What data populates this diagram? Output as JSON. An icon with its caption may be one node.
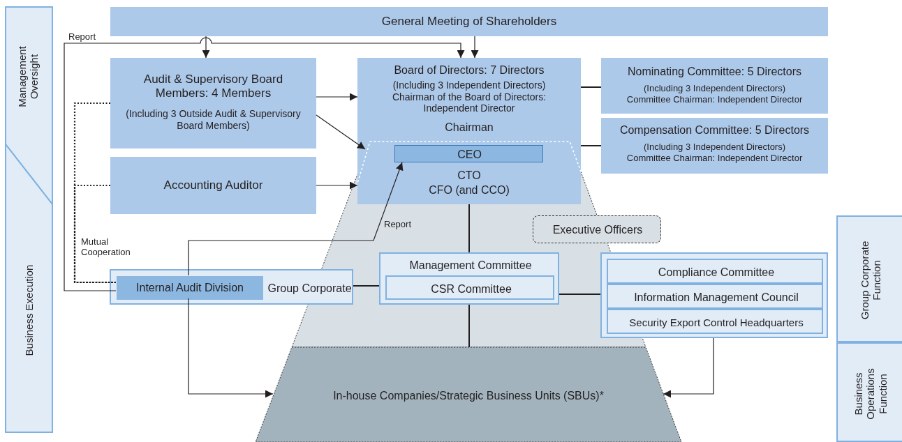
{
  "diagram": {
    "nodes": [
      {
        "text": [
          "General Meeting of Shareholders"
        ]
      },
      {
        "text": [
          "Audit & Supervisory Board Members: 4 Members",
          "(Including 3 Outside Audit & Supervisory Board Members)"
        ]
      },
      {
        "text": [
          "Accounting Auditor"
        ]
      },
      {
        "text": [
          "Board of Directors: 7 Directors",
          "(Including 3 Independent Directors) Chairman of the Board of Directors: Independent Director",
          "Chairman",
          "CTO",
          "CFO (and CCO)"
        ]
      },
      {
        "text": [
          "CEO"
        ],
        "in": 3
      },
      {
        "text": [
          "Nominating Committee: 5 Directors",
          "(Including 3 Independent Directors) Committee Chairman: Independent Director"
        ]
      },
      {
        "text": [
          "Compensation Committee: 5 Directors",
          "(Including 3 Independent Directors) Committee Chairman: Independent Director"
        ]
      },
      {
        "text": [
          "Executive Officers"
        ]
      },
      {
        "text": [
          "Group Corporate"
        ]
      },
      {
        "text": [
          "Internal Audit Division"
        ],
        "in": 8
      },
      {
        "text": [
          "Management Committee"
        ]
      },
      {
        "text": [
          "CSR Committee"
        ],
        "in": 10
      },
      {
        "text": [],
        "shape": "box"
      },
      {
        "text": [
          "Compliance Committee"
        ],
        "in": 12
      },
      {
        "text": [
          "Information Management Council"
        ],
        "in": 12
      },
      {
        "text": [
          "Security Export Control Headquarters"
        ],
        "in": 12
      },
      {
        "text": [
          "In-house Companies/Strategic Business Units (SBUs)*"
        ]
      },
      {
        "text": [
          "Management Oversight"
        ]
      },
      {
        "text": [
          "Business Execution"
        ]
      },
      {
        "text": [
          "Group Corporate Function"
        ]
      },
      {
        "text": [
          "Business Operations Function"
        ]
      }
    ],
    "edges": [
      {
        "from": 0,
        "to": 3,
        "arrow": "to"
      },
      {
        "from": 0,
        "to": 1,
        "arrow": "to"
      },
      {
        "from": 9,
        "to": 3,
        "arrow": "to",
        "label": "Report"
      },
      {
        "from": 1,
        "to": 3,
        "arrow": "to"
      },
      {
        "from": 1,
        "to": 3,
        "arrow": "to"
      },
      {
        "from": 2,
        "to": 3,
        "arrow": "to"
      },
      {
        "from": 1,
        "to": 9,
        "arrow": "none",
        "style": "dashed",
        "label": "Mutual Cooperation"
      },
      {
        "from": 2,
        "to": 9,
        "arrow": "none",
        "style": "dashed"
      },
      {
        "from": 9,
        "to": 4,
        "arrow": "to",
        "label": "Report"
      },
      {
        "from": 9,
        "to": 16,
        "arrow": "to"
      },
      {
        "from": 3,
        "to": 5,
        "arrow": "none"
      },
      {
        "from": 3,
        "to": 6,
        "arrow": "none"
      },
      {
        "from": 3,
        "to": 10,
        "arrow": "none"
      },
      {
        "from": 8,
        "to": 10,
        "arrow": "none"
      },
      {
        "from": 10,
        "to": 12,
        "arrow": "none"
      },
      {
        "from": 10,
        "to": 16,
        "arrow": "none"
      },
      {
        "from": 12,
        "to": 16,
        "arrow": "to"
      }
    ]
  }
}
